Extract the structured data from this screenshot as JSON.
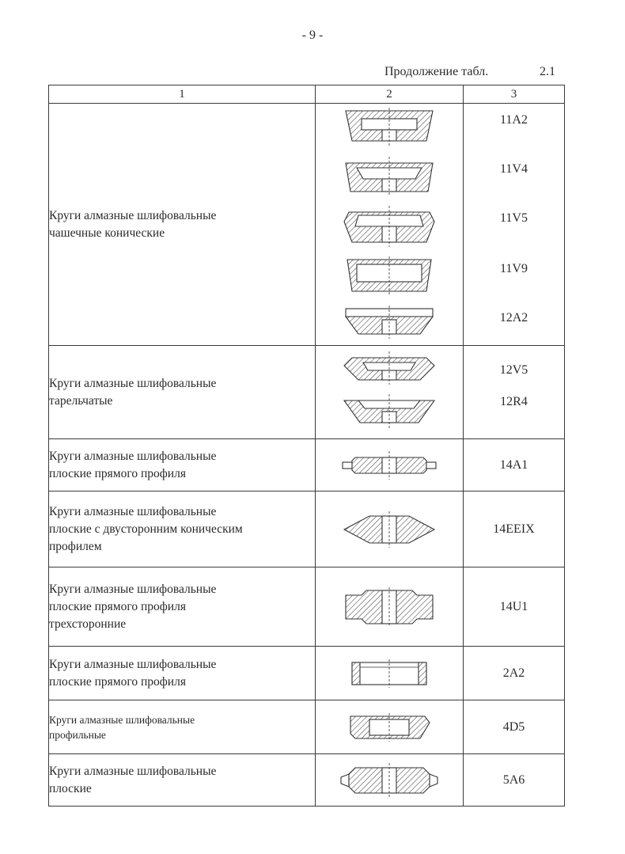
{
  "page": {
    "number": "- 9 -"
  },
  "caption": {
    "text": "Продолжение табл.",
    "number": "2.1"
  },
  "table": {
    "headers": [
      "1",
      "2",
      "3"
    ],
    "rows": [
      {
        "name": [
          "Круги алмазные шлифовальные",
          "чашечные конические"
        ],
        "codes": [
          "11A2",
          "11V4",
          "11V5",
          "11V9",
          "12A2"
        ]
      },
      {
        "name": [
          "Круги алмазные шлифовальные",
          "тарельчатые"
        ],
        "codes": [
          "12V5",
          "12R4"
        ]
      },
      {
        "name": [
          "Круги алмазные шлифовальные",
          "плоские прямого профиля"
        ],
        "codes": [
          "14A1"
        ]
      },
      {
        "name": [
          "Круги алмазные шлифовальные",
          "плоские с двусторонним коническим",
          "профилем"
        ],
        "codes": [
          "14EEIX"
        ]
      },
      {
        "name": [
          "Круги алмазные шлифовальные",
          "плоские прямого профиля",
          "трехсторонние"
        ],
        "codes": [
          "14U1"
        ]
      },
      {
        "name": [
          "Круги алмазные шлифовальные",
          "плоские прямого профиля"
        ],
        "codes": [
          "2A2"
        ]
      },
      {
        "name": [
          "Круги алмазные шлифовальные",
          "профильные"
        ],
        "codes": [
          "4D5"
        ]
      },
      {
        "name": [
          "Круги алмазные шлифовальные",
          "плоские"
        ],
        "codes": [
          "5A6"
        ]
      }
    ]
  }
}
